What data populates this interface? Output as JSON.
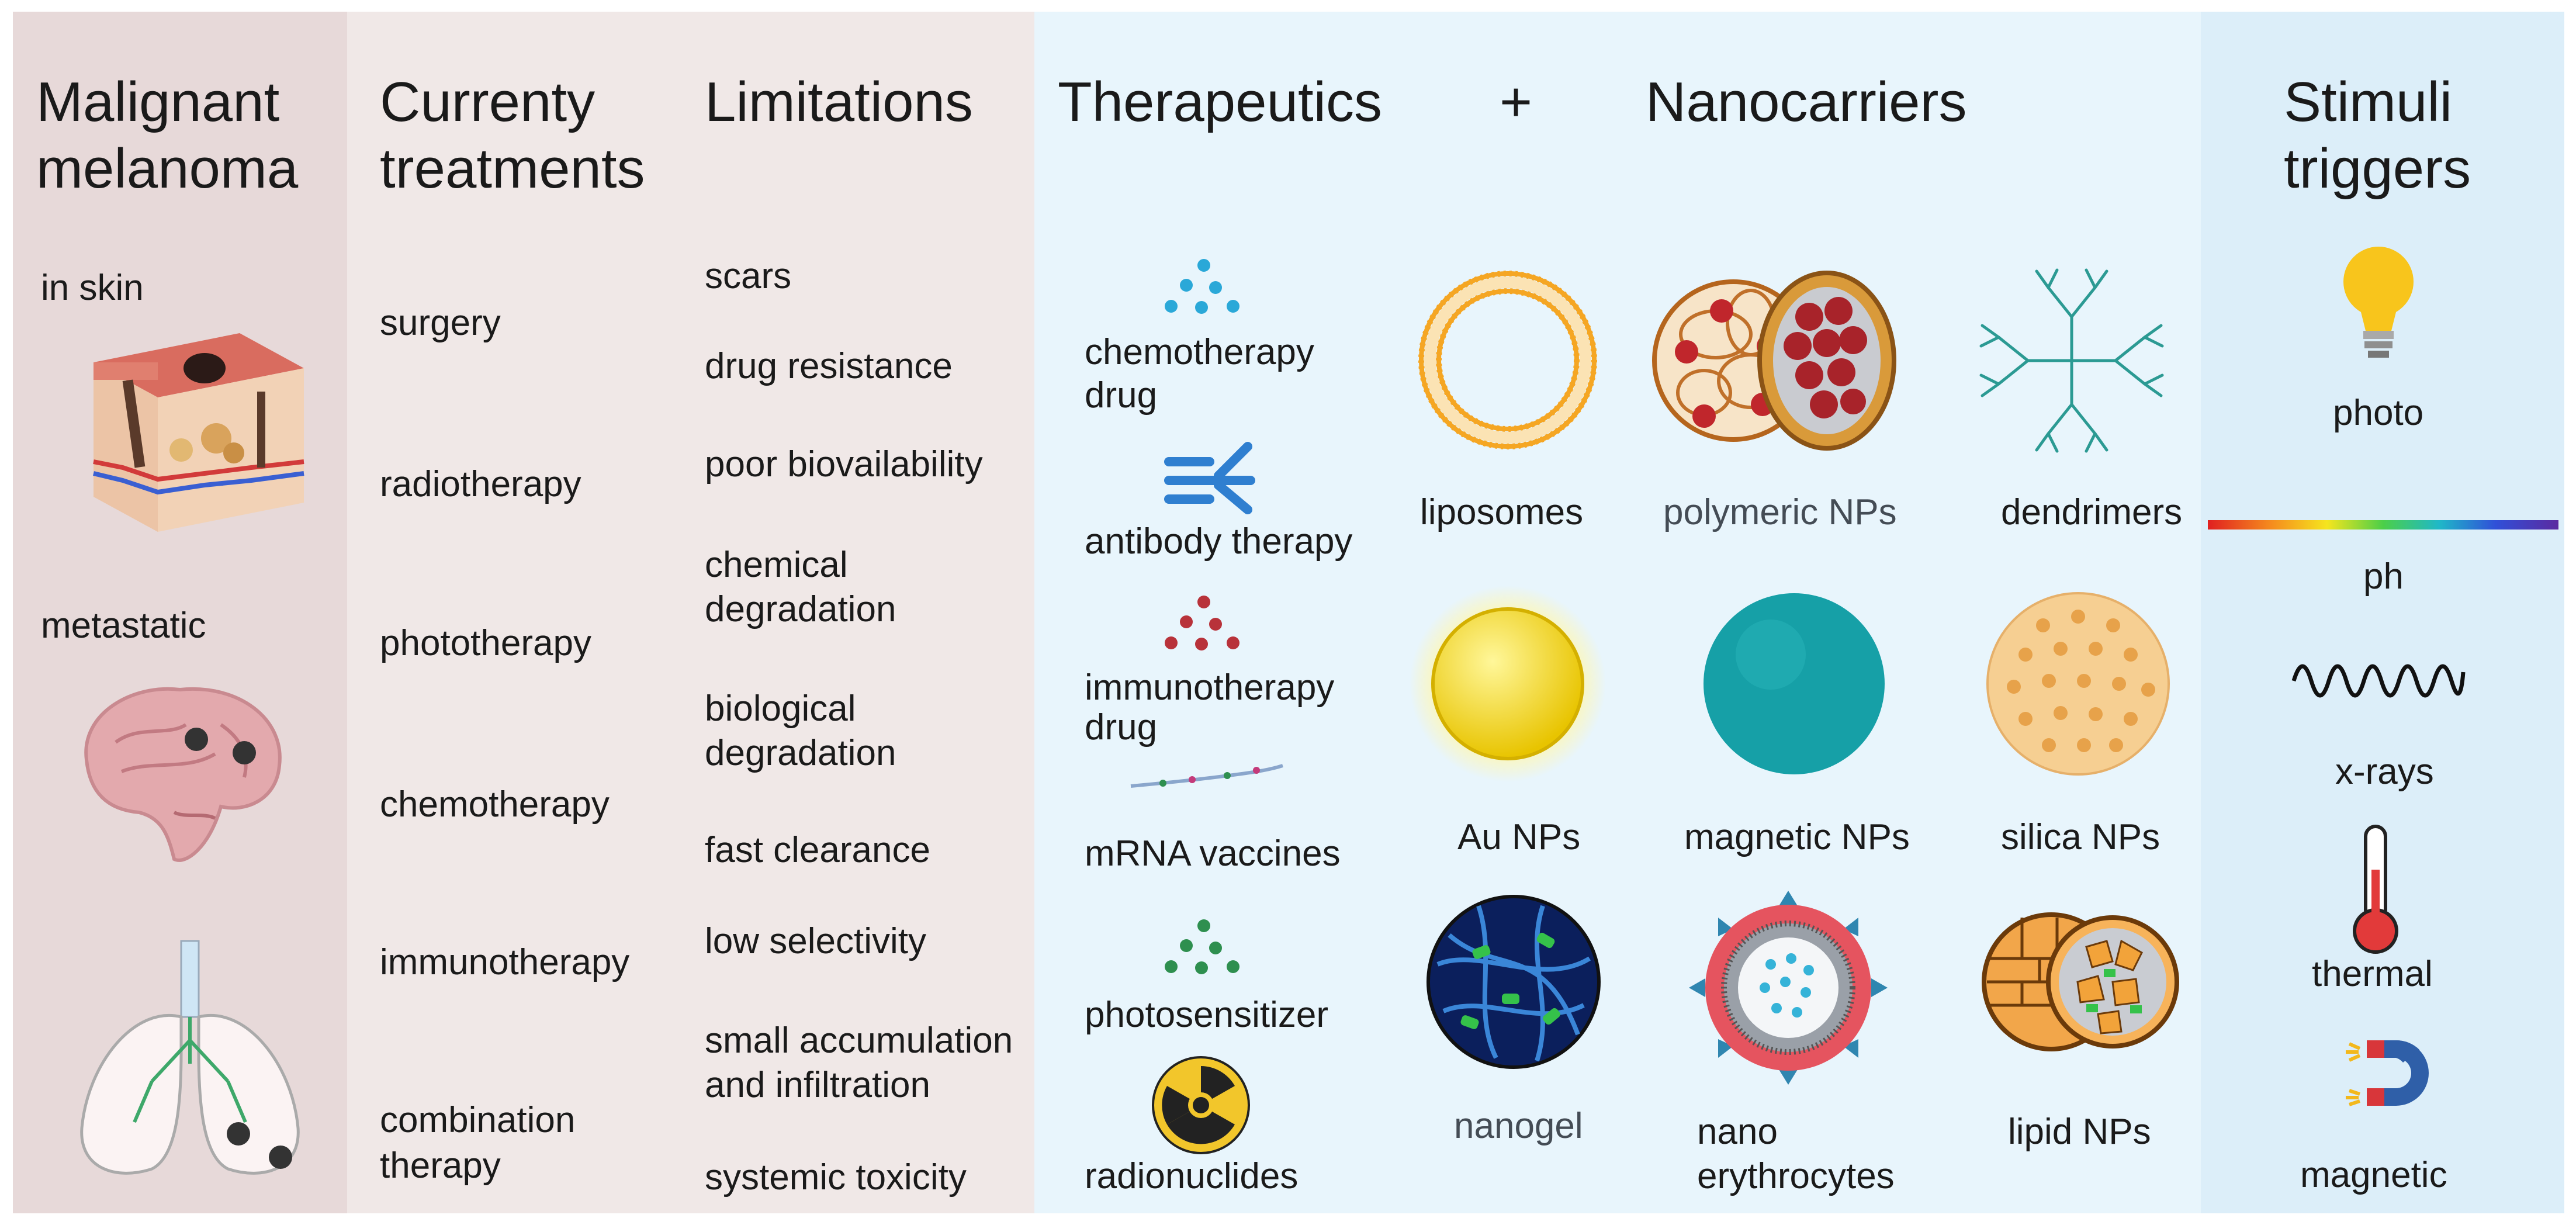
{
  "columns": {
    "melanoma": {
      "title": [
        "Malignant",
        "melanoma"
      ],
      "items": [
        "in skin",
        "metastatic"
      ]
    },
    "treatments": {
      "title": [
        "Currenty",
        "treatments"
      ],
      "items": [
        "surgery",
        "radiotherapy",
        "phototherapy",
        "chemotherapy",
        "immunotherapy",
        "combination",
        "therapy"
      ]
    },
    "limitations": {
      "title": "Limitations",
      "items": [
        "scars",
        "drug resistance",
        "poor biovailability",
        "chemical",
        "degradation",
        "biological",
        "degradation",
        "fast clearance",
        "low selectivity",
        "small accumulation",
        "and infiltration",
        "systemic toxicity"
      ]
    },
    "therapeutics": {
      "title": "Therapeutics",
      "plus": "+",
      "items": [
        "chemotherapy",
        "drug",
        "antibody therapy",
        "immunotherapy",
        "drug",
        "mRNA vaccines",
        "photosensitizer",
        "radionuclides"
      ]
    },
    "nanocarriers": {
      "title": "Nanocarriers",
      "items": [
        "liposomes",
        "polymeric NPs",
        "dendrimers",
        "Au NPs",
        "magnetic NPs",
        "silica NPs",
        "nanogel",
        "nano",
        "erythrocytes",
        "lipid NPs"
      ]
    },
    "stimuli": {
      "title": [
        "Stimuli",
        "triggers"
      ],
      "items": [
        "photo",
        "ph",
        "x-rays",
        "thermal",
        "magnetic"
      ]
    }
  },
  "icons": [
    "skin-icon",
    "brain-icon",
    "lungs-icon",
    "dots-icon",
    "antibody-icon",
    "mrna-icon",
    "radiation-icon",
    "liposome-icon",
    "polymeric-np-icon",
    "dendrimer-icon",
    "gold-np-icon",
    "magnetic-np-icon",
    "silica-np-icon",
    "nanogel-icon",
    "erythrocyte-icon",
    "lipid-np-icon",
    "lightbulb-icon",
    "ph-scale-icon",
    "wave-icon",
    "thermometer-icon",
    "magnet-icon"
  ],
  "colors": {
    "panel_left": "#efe6e6",
    "panel_left_edge": "#e6d8d8",
    "panel_mid": "#e8f4fb",
    "panel_right": "#dcedf8",
    "chemo_dots": "#2aa8d8",
    "immuno_dots": "#b8323a",
    "photo_dots": "#2e8f4f",
    "liposome": "#f5a623",
    "gold": "#f7e23a",
    "magnetic": "#16a0a7",
    "silica": "#f6cf92"
  }
}
